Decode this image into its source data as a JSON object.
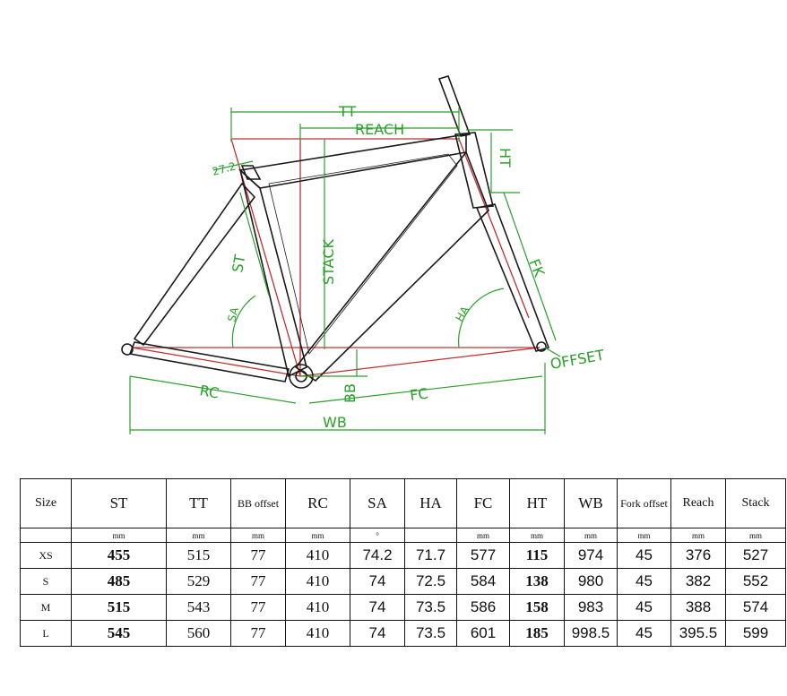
{
  "diagram": {
    "labels": {
      "tt": "TT",
      "reach": "REACH",
      "ht": "HT",
      "fk": "FK",
      "stack": "STACK",
      "st": "ST",
      "sa": "SA",
      "ha": "HA",
      "rc": "RC",
      "bb": "BB",
      "fc": "FC",
      "wb": "WB",
      "offset": "OFFSET",
      "seatpost": "27.2"
    },
    "colors": {
      "frame": "#1a1a1a",
      "dimension": "#2aa02a",
      "geometry": "#c03030"
    }
  },
  "table": {
    "headers": [
      "Size",
      "ST",
      "TT",
      "BB offset",
      "RC",
      "SA",
      "HA",
      "FC",
      "HT",
      "WB",
      "Fork offset",
      "Reach",
      "Stack"
    ],
    "units": [
      "",
      "mm",
      "mm",
      "mm",
      "mm",
      "°",
      "",
      "mm",
      "mm",
      "mm",
      "mm",
      "mm",
      "mm"
    ],
    "rows": [
      [
        "XS",
        "455",
        "515",
        "77",
        "410",
        "74.2",
        "71.7",
        "577",
        "115",
        "974",
        "45",
        "376",
        "527"
      ],
      [
        "S",
        "485",
        "529",
        "77",
        "410",
        "74",
        "72.5",
        "584",
        "138",
        "980",
        "45",
        "382",
        "552"
      ],
      [
        "M",
        "515",
        "543",
        "77",
        "410",
        "74",
        "73.5",
        "586",
        "158",
        "983",
        "45",
        "388",
        "574"
      ],
      [
        "L",
        "545",
        "560",
        "77",
        "410",
        "74",
        "73.5",
        "601",
        "185",
        "998.5",
        "45",
        "395.5",
        "599"
      ]
    ]
  }
}
